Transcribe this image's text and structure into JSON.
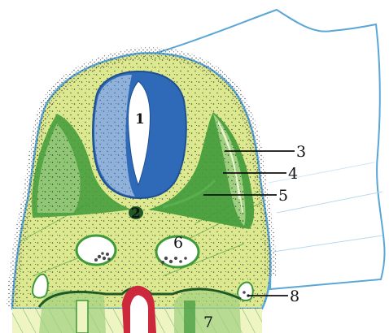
{
  "labels": {
    "l1": "1",
    "l2": "2",
    "l3": "3",
    "l4": "4",
    "l5": "5",
    "l6": "6",
    "l7": "7",
    "l8": "8"
  },
  "colors": {
    "tissue_fill": "#dce98f",
    "tissue_light": "#eef5c3",
    "outline_blue": "#5aa6d6",
    "tube_dark_blue": "#2f6ab8",
    "tube_mid_blue": "#8fb2dc",
    "somite_green": "#3f9a3a",
    "somite_light": "#9fd07f",
    "notochord_dark": "#1f5a24",
    "vessel_red": "#cc2a3c",
    "speckle": "#3a3a3a"
  }
}
